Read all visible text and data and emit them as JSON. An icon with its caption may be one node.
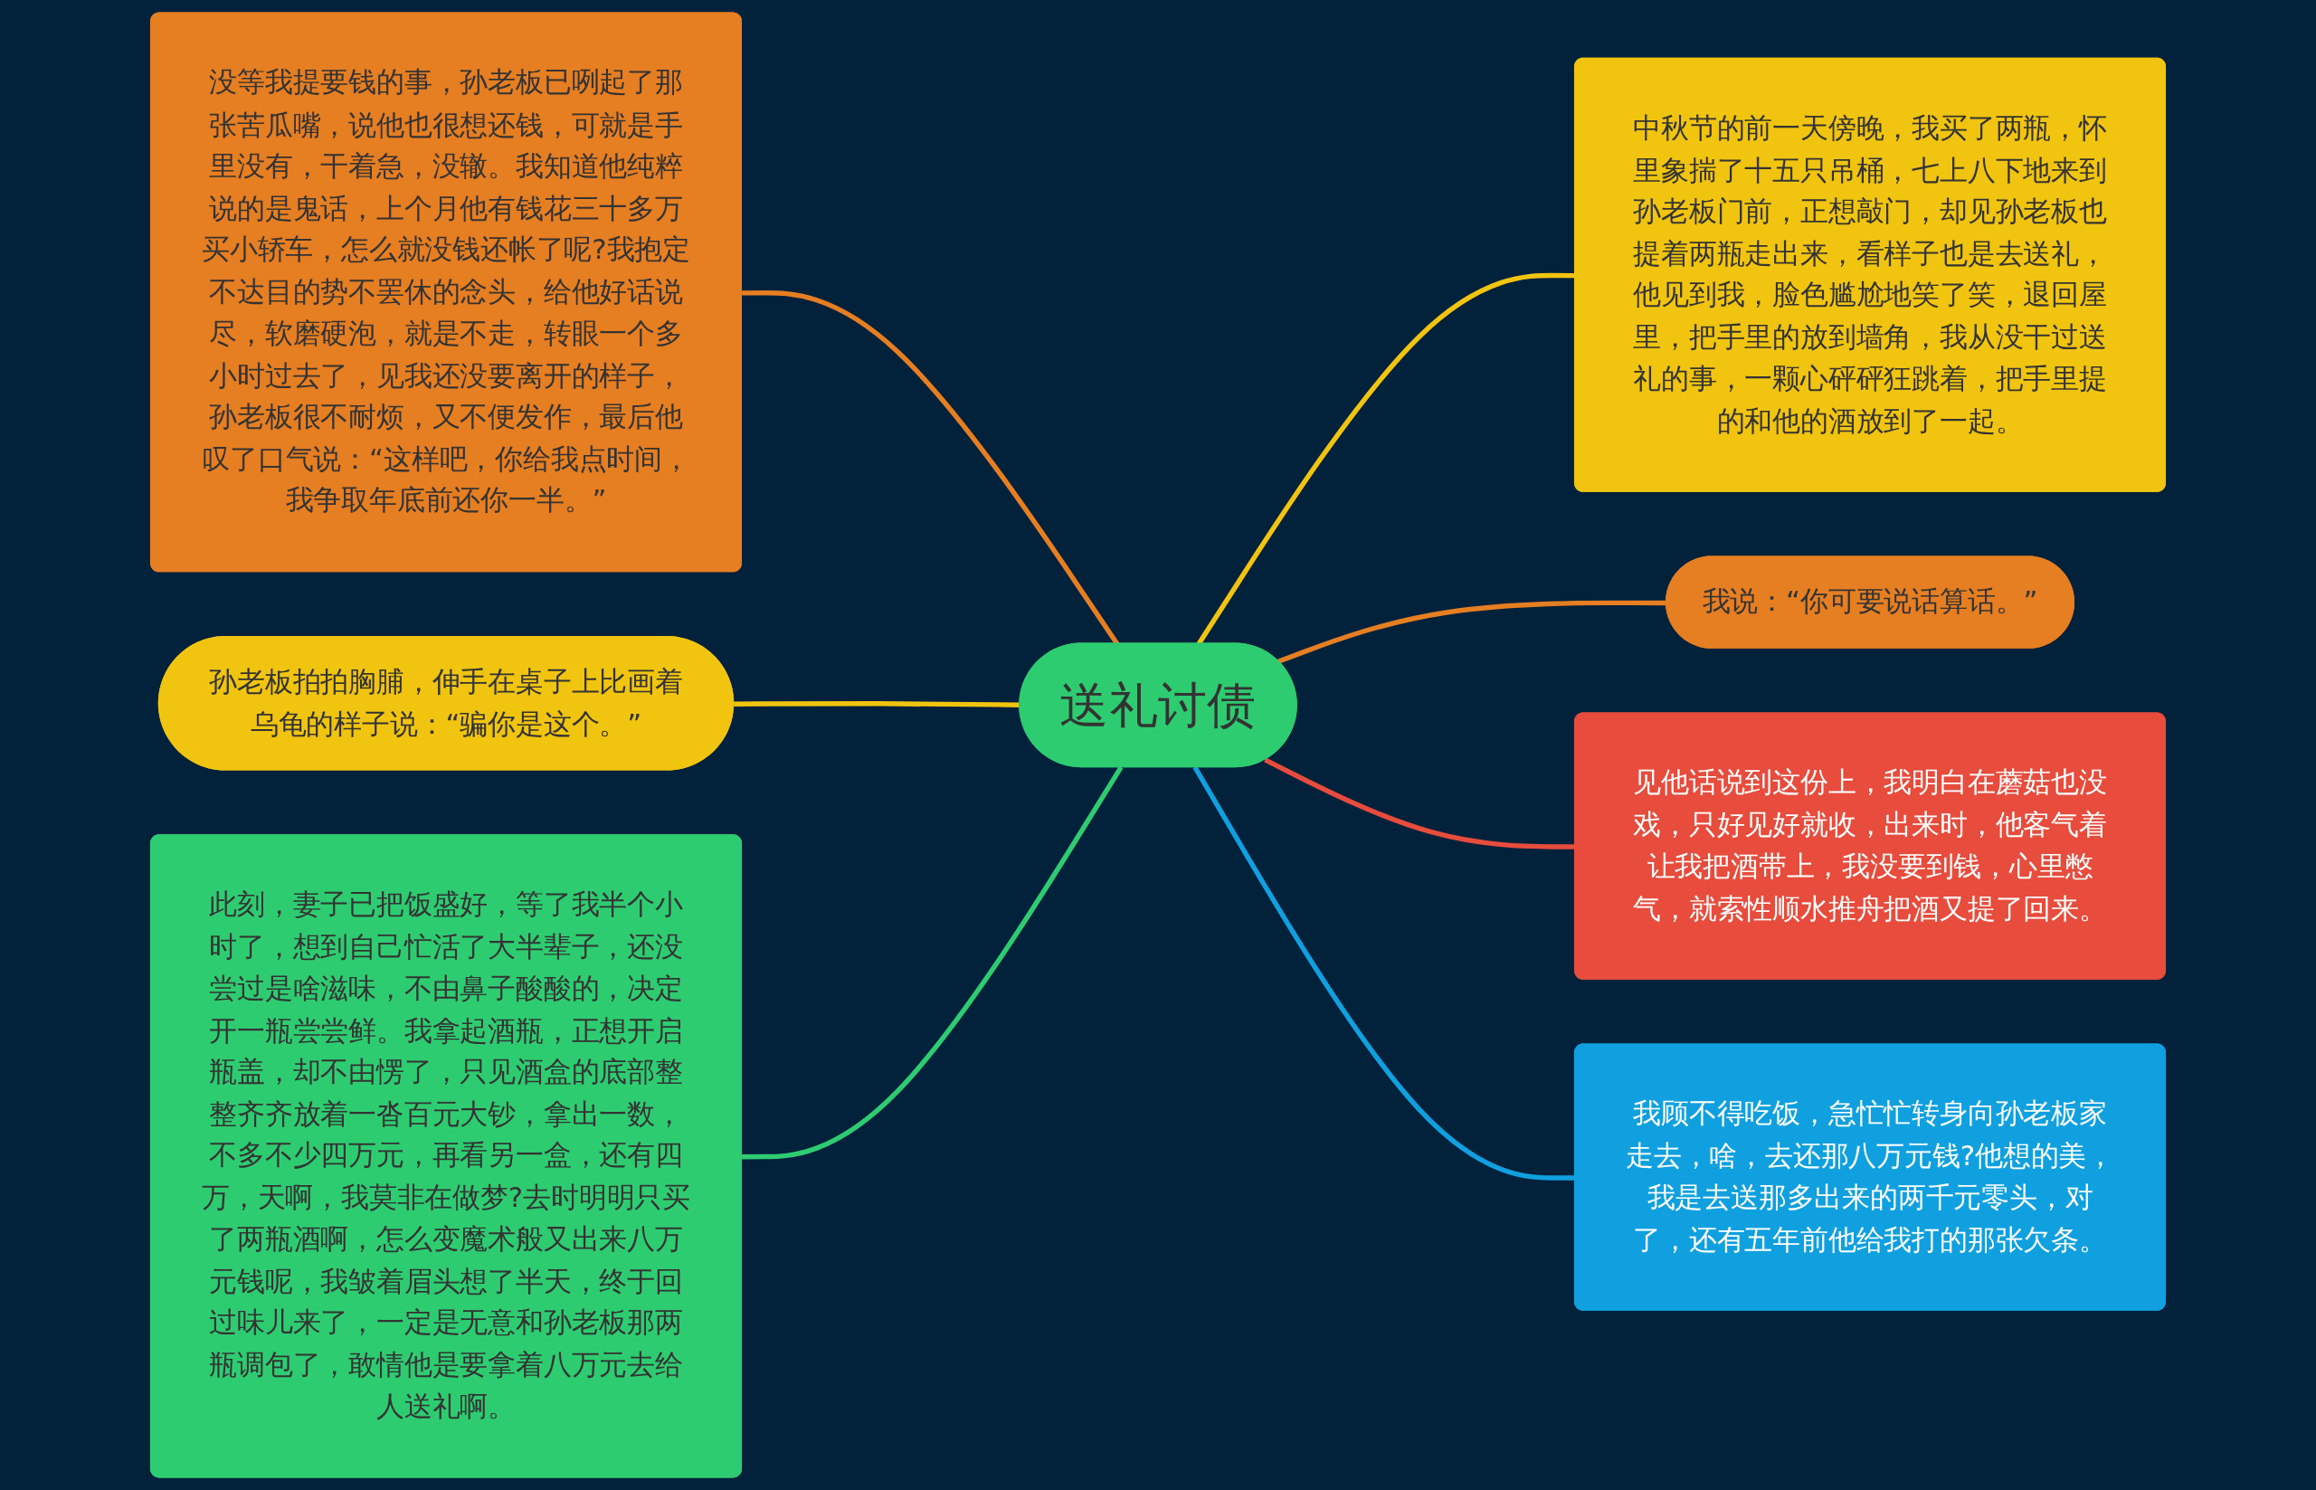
{
  "diagram": {
    "nodes": [
      {
        "text": [
          "送礼讨债"
        ]
      },
      {
        "text": [
          "没等我提要钱的事，孙老板已咧起了那张苦瓜嘴，说他也很想还钱，可就是手里没有，干着急，没辙。我知道他纯粹说的是鬼话，上个月他有钱花三十多万买小轿车，怎么就没钱还帐了呢?我抱定不达目的势不罢休的念头，给他好话说尽，软磨硬泡，就是不走，转眼一个多小时过去了，见我还没要离开的样子，孙老板很不耐烦，又不便发作，最后他叹了口气说：“这样吧，你给我点时间，我争取年底前还你一半。”"
        ]
      },
      {
        "text": [
          "中秋节的前一天傍晚，我买了两瓶，怀里象揣了十五只吊桶，七上八下地来到孙老板门前，正想敲门，却见孙老板也提着两瓶走出来，看样子也是去送礼，他见到我，脸色尴尬地笑了笑，退回屋里，把手里的放到墙角，我从没干过送礼的事，一颗心砰砰狂跳着，把手里提的和他的酒放到了一起。"
        ]
      },
      {
        "text": [
          "孙老板拍拍胸脯，伸手在桌子上比画着乌龟的样子说：“骗你是这个。”"
        ]
      },
      {
        "text": [
          "我说：“你可要说话算话。”"
        ]
      },
      {
        "text": [
          "见他话说到这份上，我明白在蘑菇也没戏，只好见好就收，出来时，他客气着让我把酒带上，我没要到钱，心里憋气，就索性顺水推舟把酒又提了回来。"
        ]
      },
      {
        "text": [
          "此刻，妻子已把饭盛好，等了我半个小时了，想到自己忙活了大半辈子，还没尝过是啥滋味，不由鼻子酸酸的，决定开一瓶尝尝鲜。我拿起酒瓶，正想开启瓶盖，却不由愣了，只见酒盒的底部整整齐齐放着一沓百元大钞，拿出一数，不多不少四万元，再看另一盒，还有四万，天啊，我莫非在做梦?去时明明只买了两瓶酒啊，怎么变魔术般又出来八万元钱呢，我皱着眉头想了半天，终于回过味儿来了，一定是无意和孙老板那两瓶调包了，敢情他是要拿着八万元去给人送礼啊。"
        ]
      },
      {
        "text": [
          "我顾不得吃饭，急忙忙转身向孙老板家走去，啥，去还那八万元钱?他想的美，我是去送那多出来的两千元零头，对了，还有五年前他给我打的那张欠条。"
        ]
      }
    ],
    "edges": [
      {
        "from": 1,
        "to": 0,
        "arrow": "none",
        "color": "#e67e22"
      },
      {
        "from": 0,
        "to": 2,
        "arrow": "none",
        "color": "#f1c40f"
      },
      {
        "from": 3,
        "to": 0,
        "arrow": "none",
        "color": "#f1c40f"
      },
      {
        "from": 0,
        "to": 4,
        "arrow": "none",
        "color": "#e67e22"
      },
      {
        "from": 0,
        "to": 5,
        "arrow": "none",
        "color": "#e74c3c"
      },
      {
        "from": 6,
        "to": 0,
        "arrow": "none",
        "color": "#2ecc71"
      },
      {
        "from": 0,
        "to": 7,
        "arrow": "none",
        "color": "#10a0e0"
      }
    ]
  }
}
